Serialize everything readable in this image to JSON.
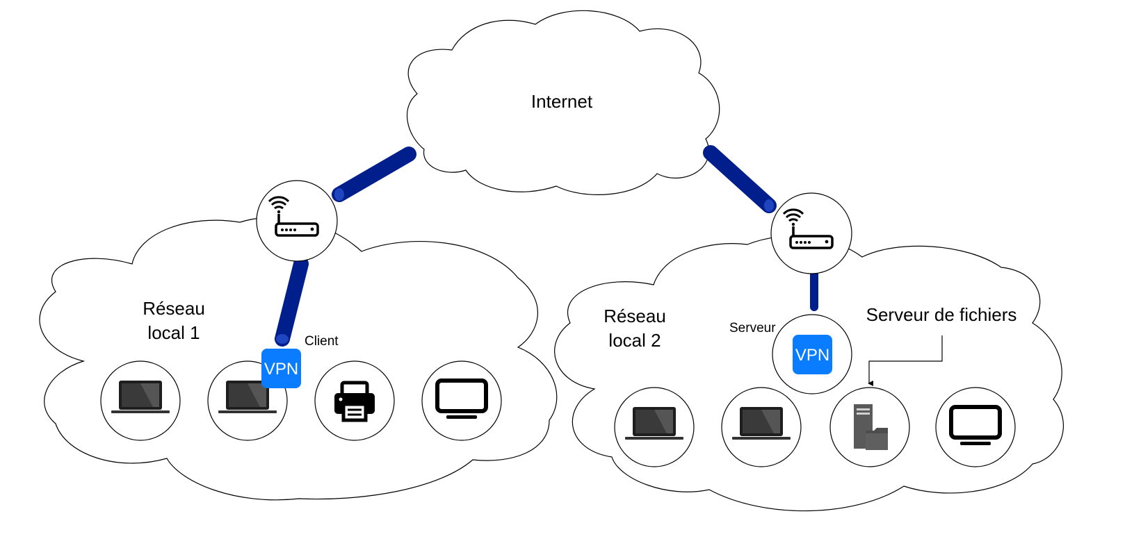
{
  "internet": {
    "label": "Internet"
  },
  "network1": {
    "label_line1": "Réseau",
    "label_line2": "local 1",
    "vpn_role": "Client",
    "vpn_label": "VPN"
  },
  "network2": {
    "label_line1": "Réseau",
    "label_line2": "local 2",
    "vpn_role": "Serveur",
    "vpn_label": "VPN",
    "file_server_label": "Serveur de fichiers"
  },
  "colors": {
    "link": "#001e8c",
    "vpn": "#0a7cff",
    "laptop_screen": "#3a3a3a",
    "server": "#5a5a5a"
  },
  "icons": [
    "router-icon",
    "laptop-icon",
    "printer-icon",
    "monitor-icon",
    "vpn-icon",
    "file-server-icon"
  ]
}
